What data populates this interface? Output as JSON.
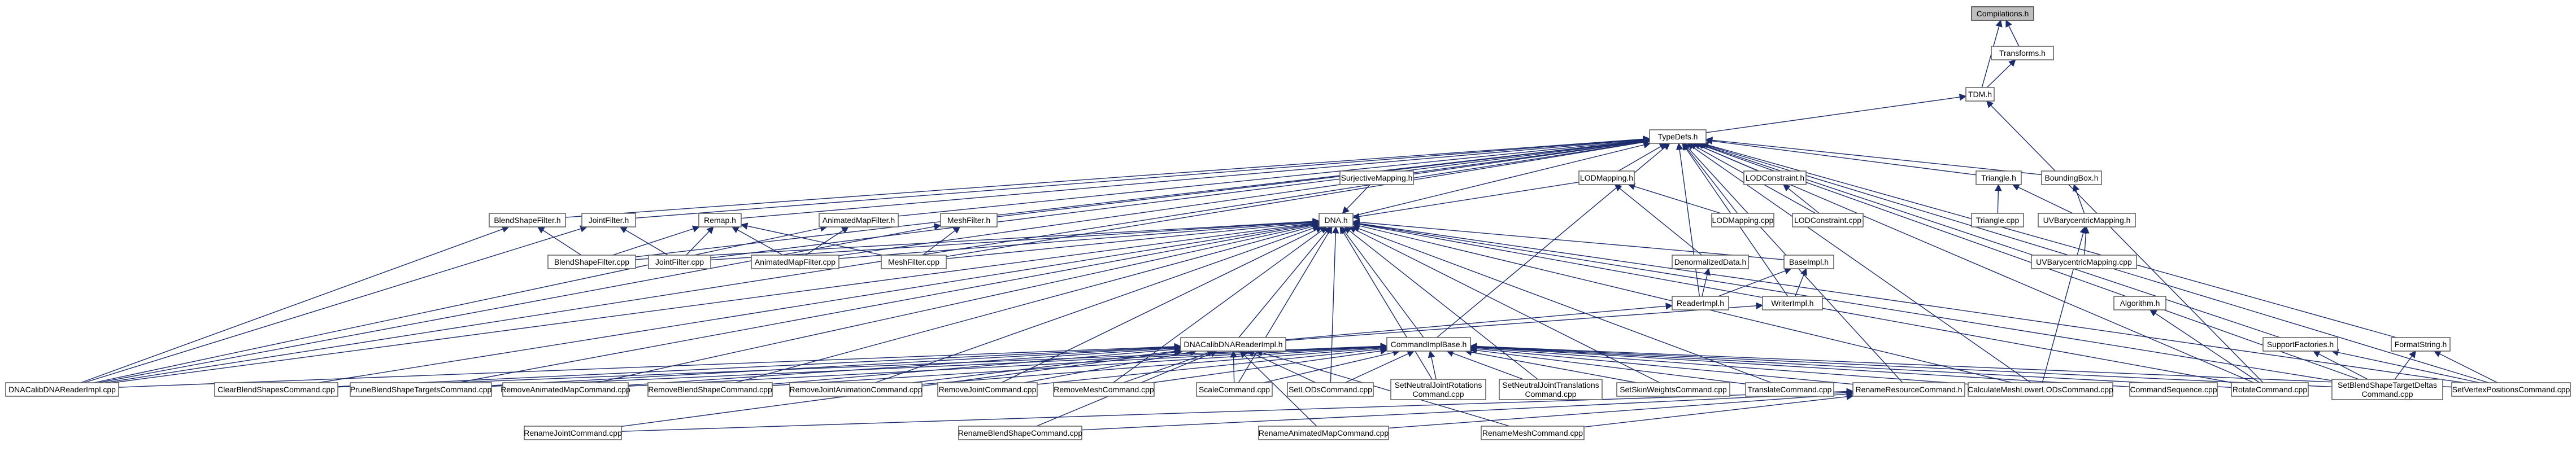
{
  "colors": {
    "edge": "#1a2a6b",
    "node_border": "#666666",
    "root_fill": "#bfbfbf",
    "background": "#ffffff"
  },
  "nodes": [
    {
      "id": "compilations_h",
      "label": "Compilations.h",
      "root": true
    },
    {
      "id": "transforms_h",
      "label": "Transforms.h"
    },
    {
      "id": "tdm_h",
      "label": "TDM.h"
    },
    {
      "id": "typedefs_h",
      "label": "TypeDefs.h"
    },
    {
      "id": "surjectivemapping_h",
      "label": "SurjectiveMapping.h"
    },
    {
      "id": "lodmapping_h",
      "label": "LODMapping.h"
    },
    {
      "id": "lodconstraint_h",
      "label": "LODConstraint.h"
    },
    {
      "id": "triangle_h",
      "label": "Triangle.h"
    },
    {
      "id": "boundingbox_h",
      "label": "BoundingBox.h"
    },
    {
      "id": "blendshapefilter_h",
      "label": "BlendShapeFilter.h"
    },
    {
      "id": "jointfilter_h",
      "label": "JointFilter.h"
    },
    {
      "id": "remap_h",
      "label": "Remap.h"
    },
    {
      "id": "animatedmapfilter_h",
      "label": "AnimatedMapFilter.h"
    },
    {
      "id": "meshfilter_h",
      "label": "MeshFilter.h"
    },
    {
      "id": "dna_h",
      "label": "DNA.h"
    },
    {
      "id": "lodmapping_cpp",
      "label": "LODMapping.cpp"
    },
    {
      "id": "lodconstraint_cpp",
      "label": "LODConstraint.cpp"
    },
    {
      "id": "triangle_cpp",
      "label": "Triangle.cpp"
    },
    {
      "id": "uvbarycentricmapping_h",
      "label": "UVBarycentricMapping.h"
    },
    {
      "id": "blendshapefilter_cpp",
      "label": "BlendShapeFilter.cpp"
    },
    {
      "id": "jointfilter_cpp",
      "label": "JointFilter.cpp"
    },
    {
      "id": "animatedmapfilter_cpp",
      "label": "AnimatedMapFilter.cpp"
    },
    {
      "id": "meshfilter_cpp",
      "label": "MeshFilter.cpp"
    },
    {
      "id": "denormalizeddata_h",
      "label": "DenormalizedData.h"
    },
    {
      "id": "baseimpl_h",
      "label": "BaseImpl.h"
    },
    {
      "id": "uvbarycentricmapping_cpp",
      "label": "UVBarycentricMapping.cpp"
    },
    {
      "id": "readerimpl_h",
      "label": "ReaderImpl.h"
    },
    {
      "id": "writerimpl_h",
      "label": "WriterImpl.h"
    },
    {
      "id": "algorithm_h",
      "label": "Algorithm.h"
    },
    {
      "id": "dnacalibdnareaderimpl_h",
      "label": "DNACalibDNAReaderImpl.h"
    },
    {
      "id": "commandimplbase_h",
      "label": "CommandImplBase.h"
    },
    {
      "id": "supportfactories_h",
      "label": "SupportFactories.h"
    },
    {
      "id": "formatstring_h",
      "label": "FormatString.h"
    },
    {
      "id": "dnacalibdnareaderimpl_cpp",
      "label": "DNACalibDNAReaderImpl.cpp"
    },
    {
      "id": "clearblendshapescommand_cpp",
      "label": "ClearBlendShapesCommand.cpp"
    },
    {
      "id": "pruneblendshapetargetscommand_cpp",
      "label": "PruneBlendShapeTargetsCommand.cpp"
    },
    {
      "id": "removeanimatedmapcommand_cpp",
      "label": "RemoveAnimatedMapCommand.cpp"
    },
    {
      "id": "removeblendshapecommand_cpp",
      "label": "RemoveBlendShapeCommand.cpp"
    },
    {
      "id": "removejointanimationcommand_cpp",
      "label": "RemoveJointAnimationCommand.cpp"
    },
    {
      "id": "removejointcommand_cpp",
      "label": "RemoveJointCommand.cpp"
    },
    {
      "id": "removemeshcommand_cpp",
      "label": "RemoveMeshCommand.cpp"
    },
    {
      "id": "scalecommand_cpp",
      "label": "ScaleCommand.cpp"
    },
    {
      "id": "setlodscommand_cpp",
      "label": "SetLODsCommand.cpp"
    },
    {
      "id": "setneutraljointrotationscommand_cpp",
      "label": "SetNeutralJointRotations\nCommand.cpp"
    },
    {
      "id": "setneutraljointtranslationscommand_cpp",
      "label": "SetNeutralJointTranslations\nCommand.cpp"
    },
    {
      "id": "setskinweightscommand_cpp",
      "label": "SetSkinWeightsCommand.cpp"
    },
    {
      "id": "translatecommand_cpp",
      "label": "TranslateCommand.cpp"
    },
    {
      "id": "renameresourcecommand_h",
      "label": "RenameResourceCommand.h"
    },
    {
      "id": "calculatemeshlowerlodscommand_cpp",
      "label": "CalculateMeshLowerLODsCommand.cpp"
    },
    {
      "id": "commandsequence_cpp",
      "label": "CommandSequence.cpp"
    },
    {
      "id": "rotatecommand_cpp",
      "label": "RotateCommand.cpp"
    },
    {
      "id": "setblendshapetargetdeltascommand_cpp",
      "label": "SetBlendShapeTargetDeltas\nCommand.cpp"
    },
    {
      "id": "setvertexpositionscommand_cpp",
      "label": "SetVertexPositionsCommand.cpp"
    },
    {
      "id": "renamejointcommand_cpp",
      "label": "RenameJointCommand.cpp"
    },
    {
      "id": "renameblendshapecommand_cpp",
      "label": "RenameBlendShapeCommand.cpp"
    },
    {
      "id": "renameanimatedmapcommand_cpp",
      "label": "RenameAnimatedMapCommand.cpp"
    },
    {
      "id": "renamemeshcommand_cpp",
      "label": "RenameMeshCommand.cpp"
    }
  ]
}
